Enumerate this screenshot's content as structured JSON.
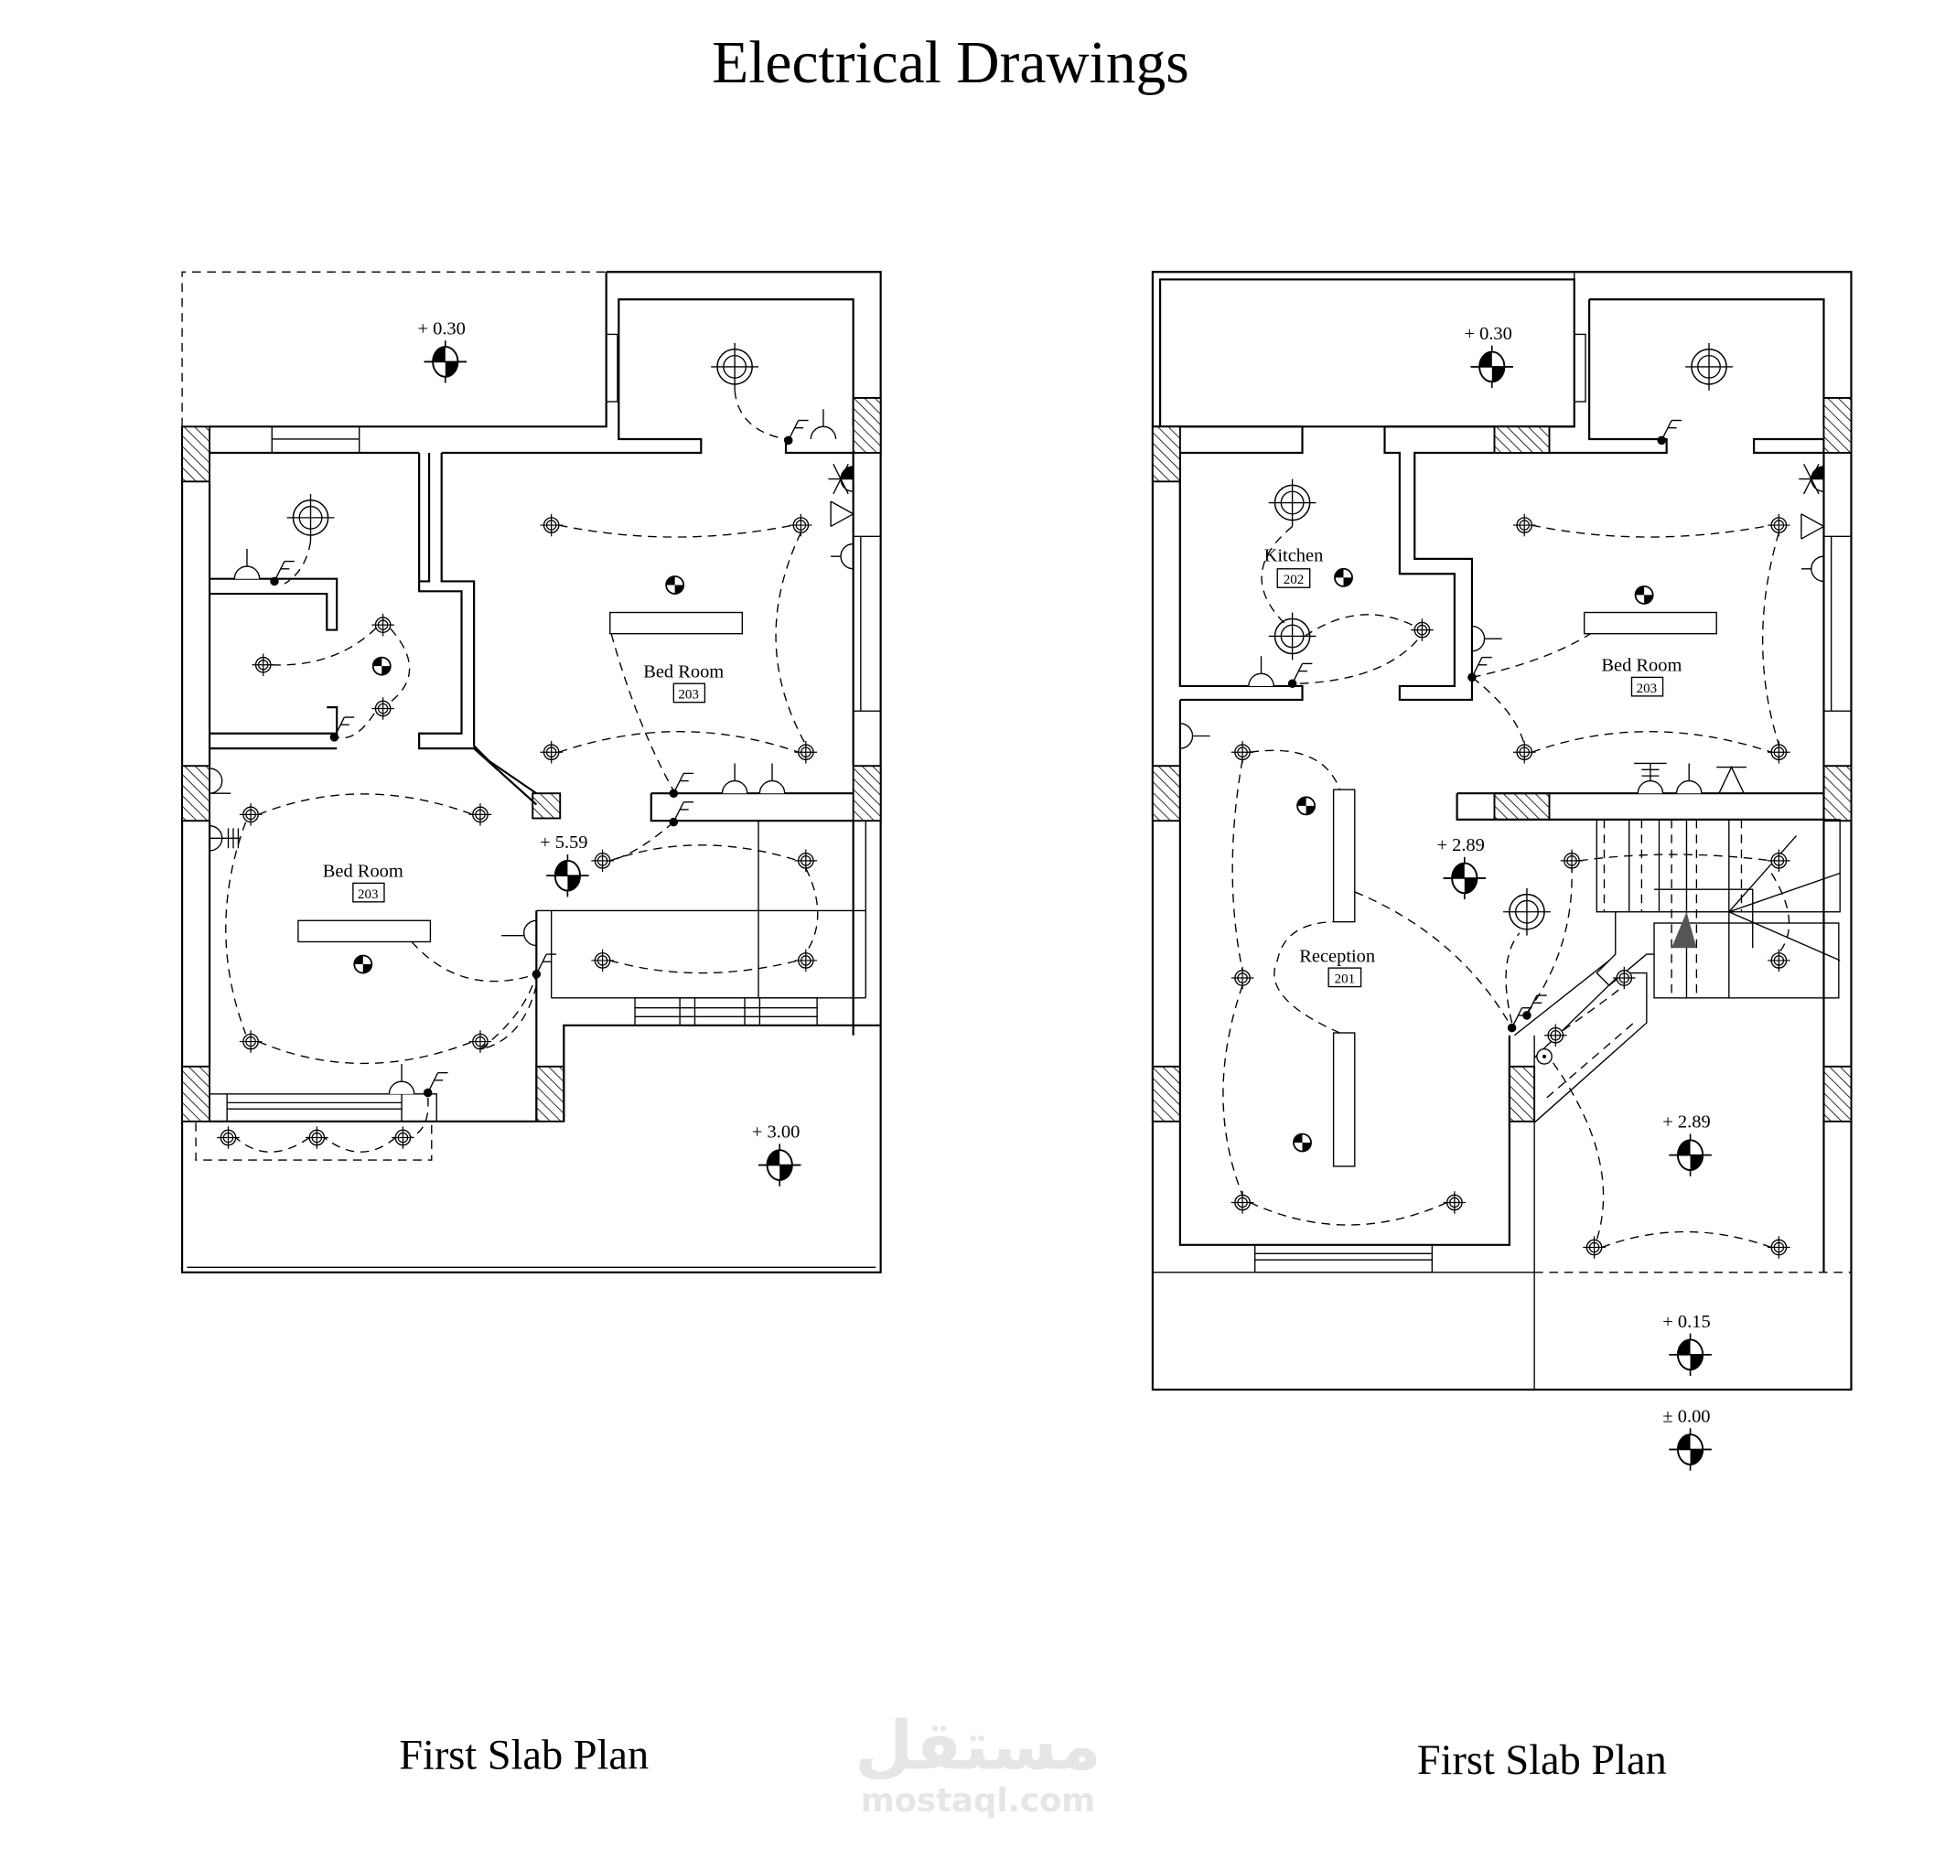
{
  "title": "Electrical Drawings",
  "plans": [
    {
      "caption": "First Slab Plan",
      "rooms": [
        {
          "name": "Bed Room",
          "number": "203"
        },
        {
          "name": "Bed Room",
          "number": "203"
        }
      ],
      "levels": [
        "+ 0.30",
        "+ 5.59",
        "+ 3.00"
      ]
    },
    {
      "caption": "First Slab Plan",
      "rooms": [
        {
          "name": "Kitchen",
          "number": "202"
        },
        {
          "name": "Bed Room",
          "number": "203"
        },
        {
          "name": "Reception",
          "number": "201"
        }
      ],
      "levels": [
        "+ 0.30",
        "+ 2.89",
        "+ 2.89",
        "+ 0.15",
        "± 0.00"
      ]
    }
  ],
  "watermark": {
    "arabic": "مستقل",
    "latin": "mostaql.com"
  },
  "legend_symbols": [
    "ceiling-light",
    "wall-light",
    "switch",
    "socket",
    "tv-outlet",
    "telephone-outlet",
    "level-marker",
    "fan"
  ]
}
